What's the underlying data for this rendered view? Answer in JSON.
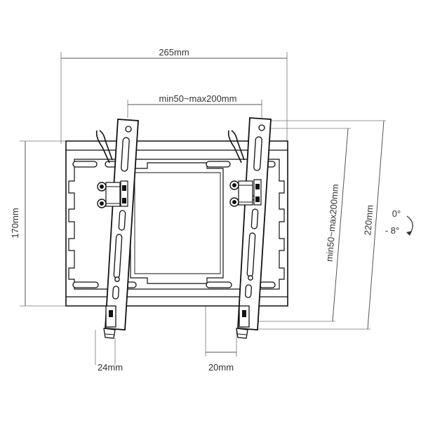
{
  "dimensions": {
    "total_width": "265mm",
    "hole_spacing_horizontal": "min50~max200mm",
    "plate_height": "170mm",
    "hole_spacing_vertical": "min50~max200mm",
    "arm_height": "220mm",
    "bottom_left": "24mm",
    "bottom_right": "20mm"
  },
  "tilt": {
    "top": "0°",
    "bottom": "- 8°"
  }
}
